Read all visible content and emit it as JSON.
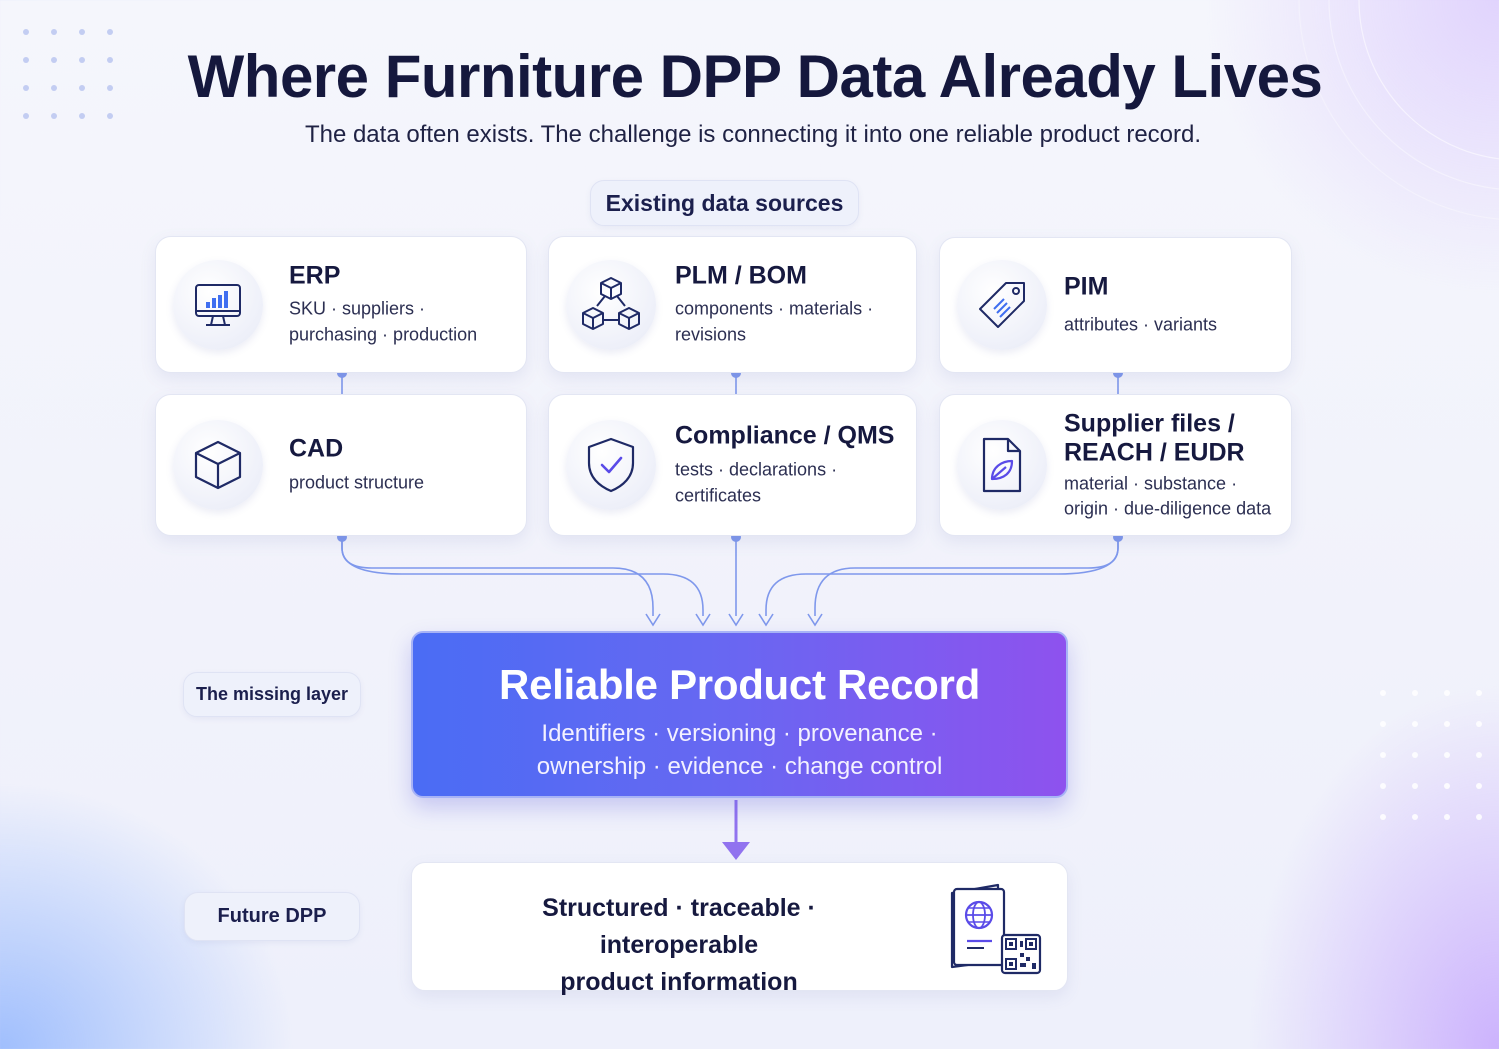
{
  "title": "Where Furniture DPP Data Already Lives",
  "subtitle": "The data often exists. The challenge is connecting it into one reliable product record.",
  "sources_label": "Existing data sources",
  "sources": [
    {
      "title": "ERP",
      "desc_line1": "SKU · suppliers ·",
      "desc_line2": "purchasing · production",
      "icon": "monitor-chart-icon"
    },
    {
      "title": "PLM / BOM",
      "desc_line1": "components · materials ·",
      "desc_line2": "revisions",
      "icon": "cubes-hierarchy-icon"
    },
    {
      "title": "PIM",
      "desc_line1": "attributes · variants",
      "desc_line2": "",
      "icon": "tag-icon"
    },
    {
      "title": "CAD",
      "desc_line1": "product structure",
      "desc_line2": "",
      "icon": "cube-icon"
    },
    {
      "title": "Compliance / QMS",
      "desc_line1": "tests · declarations ·",
      "desc_line2": "certificates",
      "icon": "shield-check-icon"
    },
    {
      "title_line1": "Supplier files /",
      "title_line2": "REACH / EUDR",
      "desc_line1": "material · substance ·",
      "desc_line2": "origin · due-diligence data",
      "icon": "leaf-document-icon"
    }
  ],
  "missing_layer_label": "The missing layer",
  "record": {
    "title": "Reliable Product Record",
    "line1": "Identifiers · versioning · provenance ·",
    "line2": "ownership · evidence · change control"
  },
  "future_label": "Future DPP",
  "output": {
    "line1": "Structured · traceable · interoperable",
    "line2": "product information",
    "icon": "passport-qr-icon"
  },
  "colors": {
    "accent_blue": "#3f6ef0",
    "accent_purple": "#8e52ee",
    "connector": "#7f98ec",
    "text_dark": "#16193f"
  }
}
